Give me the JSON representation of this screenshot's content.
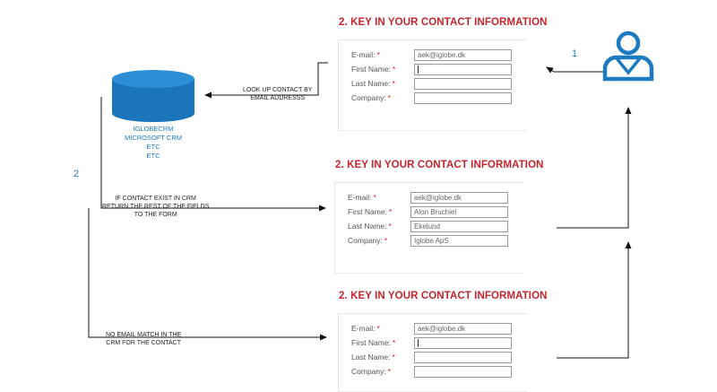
{
  "forms": [
    {
      "heading": "2. KEY IN YOUR CONTACT INFORMATION",
      "fields": [
        {
          "label": "E-mail:",
          "required": "*",
          "value": "aek@iglobe.dk",
          "cursor": false
        },
        {
          "label": "First Name:",
          "required": "*",
          "value": "",
          "cursor": true
        },
        {
          "label": "Last Name:",
          "required": "*",
          "value": "",
          "cursor": false
        },
        {
          "label": "Company:",
          "required": "*",
          "value": "",
          "cursor": false
        }
      ]
    },
    {
      "heading": "2. KEY IN YOUR CONTACT INFORMATION",
      "fields": [
        {
          "label": "E-mail:",
          "required": "*",
          "value": "aek@iglobe.dk",
          "cursor": false
        },
        {
          "label": "First Name:",
          "required": "*",
          "value": "Alon Bruchiel",
          "cursor": true
        },
        {
          "label": "Last Name:",
          "required": "*",
          "value": "Ekelund",
          "cursor": false
        },
        {
          "label": "Company:",
          "required": "*",
          "value": "Iglobe ApS",
          "cursor": false
        }
      ]
    },
    {
      "heading": "2. KEY IN YOUR CONTACT INFORMATION",
      "fields": [
        {
          "label": "E-mail:",
          "required": "*",
          "value": "aek@iglobe.dk",
          "cursor": false
        },
        {
          "label": "First Name:",
          "required": "*",
          "value": "",
          "cursor": true
        },
        {
          "label": "Last Name:",
          "required": "*",
          "value": "",
          "cursor": false
        },
        {
          "label": "Company:",
          "required": "*",
          "value": "",
          "cursor": false
        }
      ]
    }
  ],
  "crm": {
    "lines": [
      "IGLOBECRM",
      "MICROSOFT CRM",
      "ETC",
      "ETC"
    ],
    "icon": "database-icon",
    "color": "#1c7bc0"
  },
  "user": {
    "icon": "user-icon",
    "color": "#1c7bc0"
  },
  "steps": {
    "one": "1",
    "two": "2"
  },
  "notes": {
    "lookup": [
      "LOOK UP CONTACT BY",
      "EMAIL ADDRESSS"
    ],
    "exists": [
      "IF CONTACT EXIST IN CRM",
      "RETURN THE REST OF THE FIELDS",
      "TO THE FORM"
    ],
    "nomatch": [
      "NO EMAIL MATCH IN THE",
      "CRM FOR THE CONTACT"
    ]
  },
  "colors": {
    "heading": "#c4252c",
    "accent": "#1c7bc0"
  }
}
